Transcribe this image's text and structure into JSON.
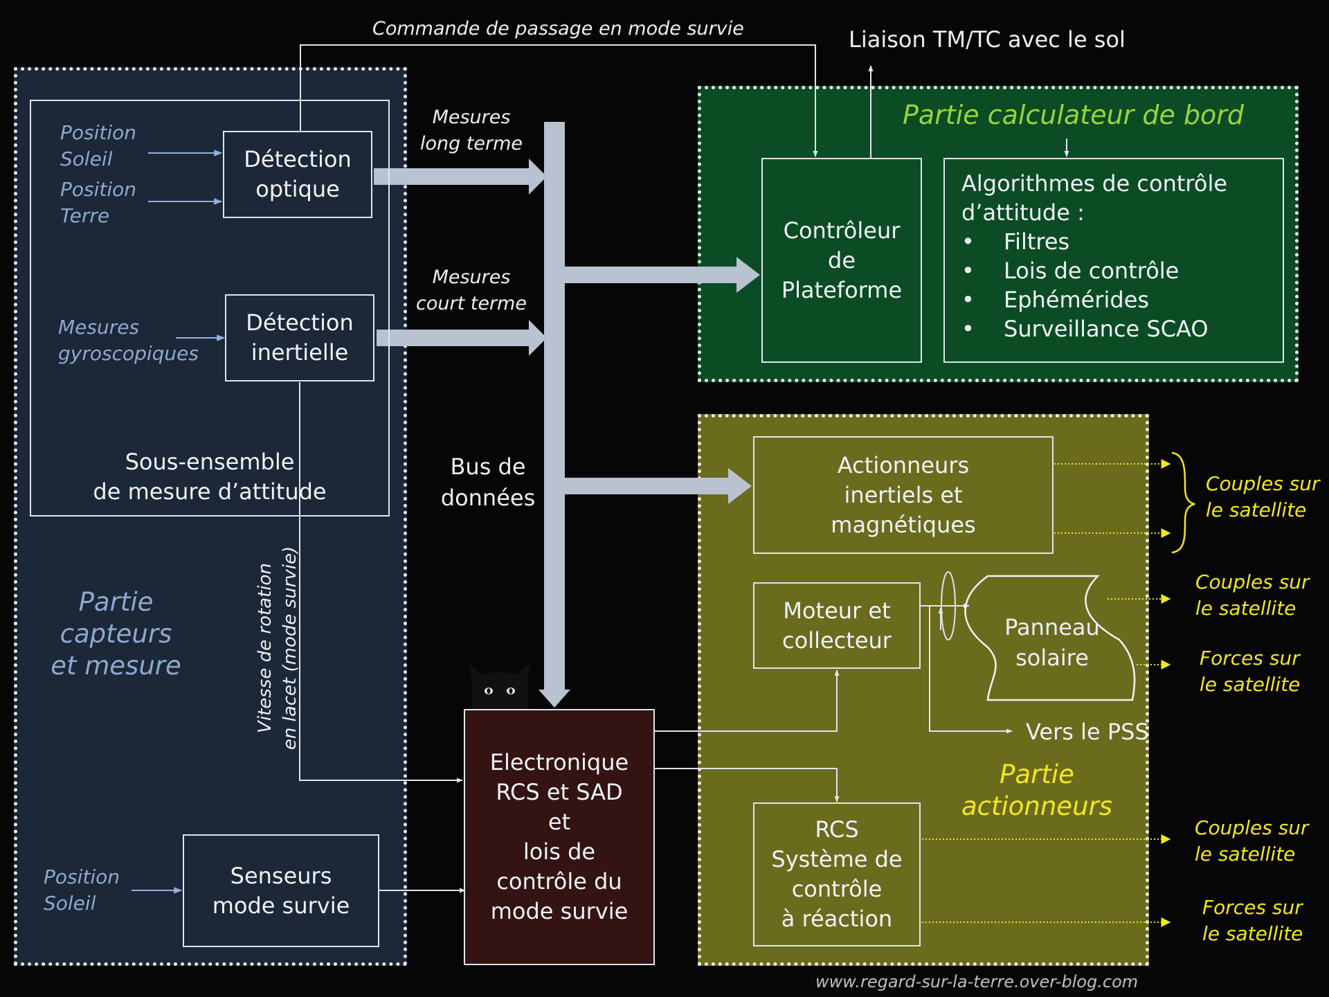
{
  "top": {
    "mode_survie_command": "Commande de passage en mode  survie",
    "tmtc_link": "Liaison TM/TC avec le sol"
  },
  "capteurs": {
    "region_title": [
      "Partie",
      "capteurs",
      "et mesure"
    ],
    "subassembly_label": [
      "Sous-ensemble",
      "de mesure d’attitude"
    ],
    "optical_detection": [
      "Détection",
      "optique"
    ],
    "inertial_detection": [
      "Détection",
      "inertielle"
    ],
    "survival_sensors": [
      "Senseurs",
      "mode survie"
    ],
    "sun_position": [
      "Position",
      "Soleil"
    ],
    "earth_position": [
      "Position",
      "Terre"
    ],
    "gyro_measurements": [
      "Mesures",
      "gyroscopiques"
    ],
    "sun_position_survival": [
      "Position",
      "Soleil"
    ],
    "yaw_rate": [
      "Vitesse de rotation",
      "en lacet (mode survie)"
    ]
  },
  "bus": {
    "long_term": [
      "Mesures",
      "long terme"
    ],
    "short_term": [
      "Mesures",
      "court terme"
    ],
    "data_bus": [
      "Bus de",
      "données"
    ]
  },
  "calculateur": {
    "region_title": "Partie calculateur de bord",
    "platform_controller": [
      "Contrôleur",
      "de",
      "Plateforme"
    ],
    "algorithms_title": [
      "Algorithmes de contrôle",
      "d’attitude :"
    ],
    "algorithms_items": [
      "Filtres",
      "Lois de contrôle",
      "Ephémérides",
      "Surveillance SCAO"
    ],
    "bullet": "•"
  },
  "electronique": {
    "box": [
      "Electronique",
      "RCS et SAD",
      "et",
      "lois de",
      "contrôle du",
      "mode survie"
    ]
  },
  "actionneurs": {
    "region_title": [
      "Partie",
      "actionneurs"
    ],
    "inertial_magnetic": [
      "Actionneurs",
      "inertiels et",
      "magnétiques"
    ],
    "motor_collector": [
      "Moteur et",
      "collecteur"
    ],
    "solar_panel": [
      "Panneau",
      "solaire"
    ],
    "to_pss": "Vers le PSS",
    "rcs": [
      "RCS",
      "Système de",
      "contrôle",
      "à réaction"
    ]
  },
  "outputs": {
    "couples_1": [
      "Couples sur",
      "le satellite"
    ],
    "couples_2": [
      "Couples sur",
      "le satellite"
    ],
    "forces_1": [
      "Forces sur",
      "le satellite"
    ],
    "couples_3": [
      "Couples sur",
      "le satellite"
    ],
    "forces_2": [
      "Forces sur",
      "le satellite"
    ]
  },
  "footer": {
    "website": "www.regard-sur-la-terre.over-blog.com"
  },
  "colors": {
    "capteurs_bg": "#1c2737",
    "calculateur_bg": "#0b4c24",
    "actionneurs_bg": "#6b6b1e",
    "electronique_bg": "#341313",
    "bus": "#b8c2d0",
    "output_yellow": "#f2e81a",
    "capteurs_title": "#8ea9cf",
    "calculateur_title": "#9cd33c"
  }
}
